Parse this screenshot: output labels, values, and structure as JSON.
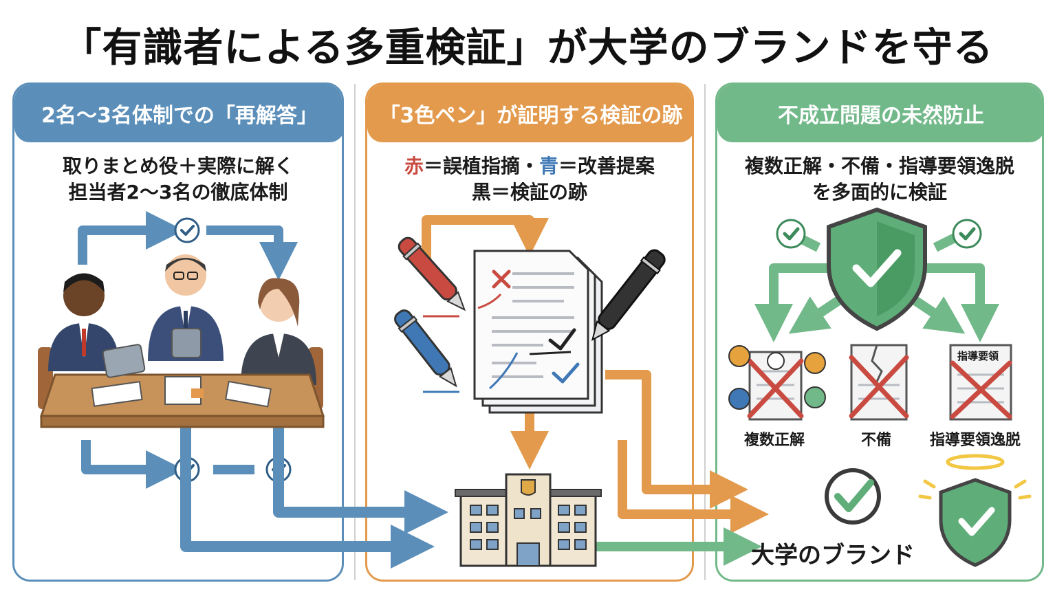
{
  "title": "「有識者による多重検証」が大学のブランドを守る",
  "colors": {
    "blue": "#5b8fb9",
    "orange": "#e39a4c",
    "green": "#72b98a",
    "red_pen": "#c94a40",
    "blue_pen": "#3f78b5",
    "black_pen": "#333333"
  },
  "panel1": {
    "header": "2名～3名体制での「再解答」",
    "sub_line1": "取りまとめ役＋実際に解く",
    "sub_line2": "担当者2～3名の徹底体制"
  },
  "panel2": {
    "header": "「3色ペン」が証明する検証の跡",
    "legend_red": "赤",
    "legend_red_text": "＝誤植指摘・",
    "legend_blue": "青",
    "legend_blue_text": "＝改善提案",
    "legend_black": "黒＝検証の跡"
  },
  "panel3": {
    "header": "不成立問題の未然防止",
    "sub_line1": "複数正解・不備・指導要領逸脱",
    "sub_line2": "を多面的に検証",
    "issues": [
      "複数正解",
      "不備",
      "指導要領逸脱"
    ],
    "doc_stamp": "指導要領",
    "brand_label": "大学のブランド"
  },
  "icons": [
    "check-icon",
    "shield-icon",
    "pen-icon",
    "document-icon",
    "university-building-icon",
    "people-icon",
    "question-icon",
    "cross-icon",
    "halo-icon"
  ]
}
